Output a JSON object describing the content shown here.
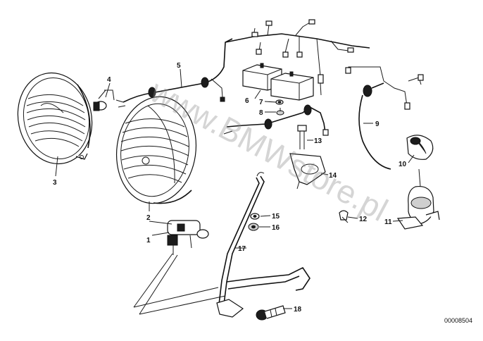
{
  "diagram": {
    "callouts": [
      "1",
      "2",
      "3",
      "4",
      "5",
      "6",
      "7",
      "8",
      "9",
      "10",
      "11",
      "12",
      "13",
      "14",
      "15",
      "16",
      "17",
      "18"
    ],
    "diagram_code": "00008504",
    "watermark": "www.BMWstore.pl"
  }
}
